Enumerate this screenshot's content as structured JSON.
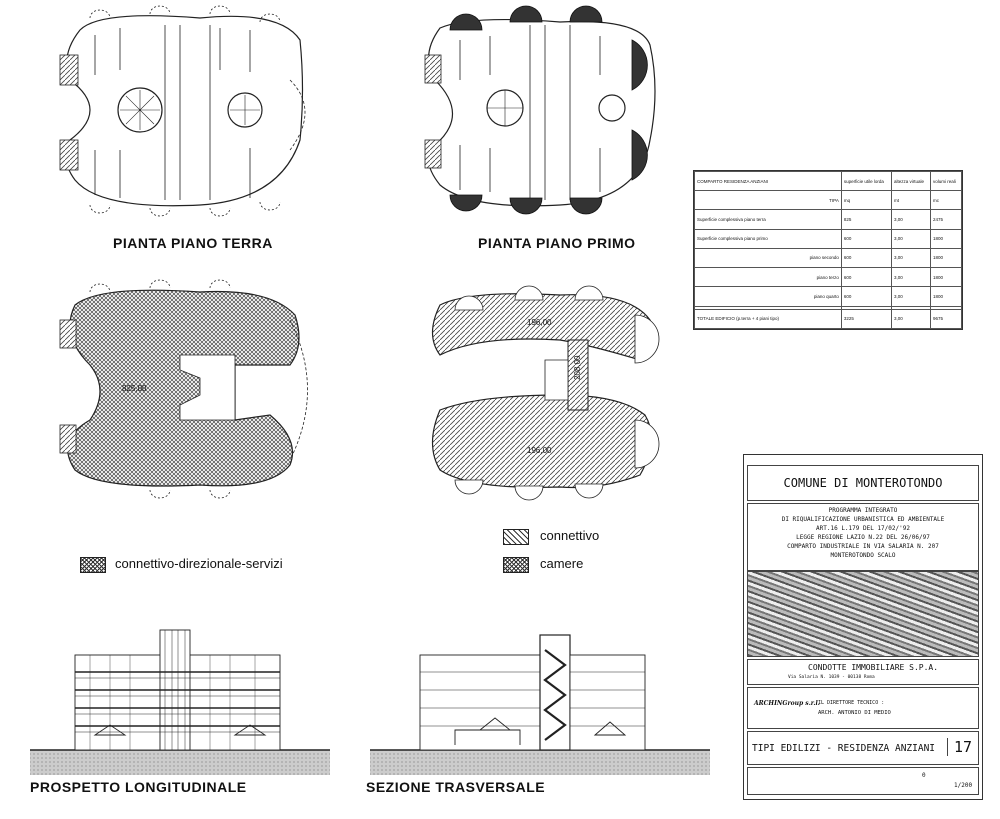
{
  "captions": {
    "ground_floor": "PIANTA PIANO TERRA",
    "first_floor": "PIANTA PIANO PRIMO",
    "longitudinal": "PROSPETTO LONGITUDINALE",
    "cross_section": "SEZIONE TRASVERSALE"
  },
  "area_labels": {
    "ground": "825,00",
    "upper_top": "196,00",
    "upper_bottom": "196,00",
    "connector": "208,00"
  },
  "legend": {
    "left": "connettivo-direzionale-servizi",
    "connettivo": "connettivo",
    "camere": "camere"
  },
  "table": {
    "header": [
      "COMPARTO RESIDENZA ANZIANI",
      "superficie utile lorda",
      "altezza virtuale",
      "volumi reali"
    ],
    "units": [
      "TIPA",
      "mq",
      "mt",
      "mc"
    ],
    "rows": [
      [
        "Superficie complessiva piano terra",
        "825",
        "3,00",
        "2475"
      ],
      [
        "Superficie complessiva piano primo",
        "600",
        "3,00",
        "1800"
      ],
      [
        "piano secondo",
        "600",
        "3,00",
        "1800"
      ],
      [
        "piano terzo",
        "600",
        "3,00",
        "1800"
      ],
      [
        "piano quarto",
        "600",
        "3,00",
        "1800"
      ],
      [
        "",
        "",
        "",
        ""
      ],
      [
        "TOTALE EDIFICIO (p.terra + 4 piani tipo)",
        "3225",
        "3,00",
        "9675"
      ]
    ]
  },
  "title_block": {
    "municipality": "COMUNE DI MONTEROTONDO",
    "program_line1": "PROGRAMMA INTEGRATO",
    "program_line2": "DI RIQUALIFICAZIONE URBANISTICA ED AMBIENTALE",
    "program_line3": "ART.16 L.179 DEL 17/02/'92",
    "program_line4": "LEGGE REGIONE LAZIO N.22 DEL 26/06/97",
    "program_line5": "COMPARTO INDUSTRIALE IN VIA SALARIA N. 207",
    "program_line6": "MONTEROTONDO SCALO",
    "client": "CONDOTTE IMMOBILIARE S.P.A.",
    "client_address": "Via Salaria N. 1039 - 00138 Roma",
    "director_label": "IL DIRETTORE TECNICO :",
    "director_name": "ARCH. ANTONIO DI MEDIO",
    "firm": "ARCHINGroup s.r.l.",
    "drawing_title": "TIPI EDILIZI - RESIDENZA ANZIANI",
    "sheet_number": "17",
    "revision": "0",
    "scale": "1/200"
  }
}
